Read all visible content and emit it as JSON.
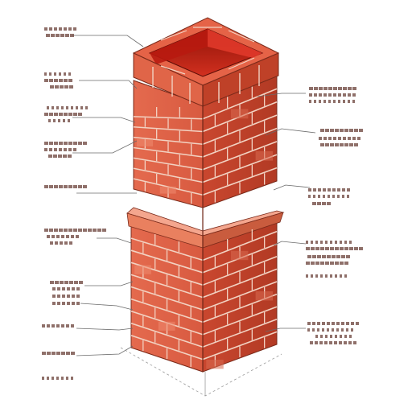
{
  "diagram": {
    "subject": "brick-chimney-stack",
    "colors": {
      "brick": "#d9573f",
      "brick_shadow": "#a9371f",
      "brick_light": "#ee8a70",
      "mortar": "#f2d2c2",
      "interior": "#c02216",
      "interior_dark": "#8e1208",
      "leader_line": "#6b6b6b",
      "label_text": "#6a4038",
      "background": "#ffffff"
    },
    "labels_note": "",
    "left_callouts": [
      {
        "id": "cap-top",
        "text": ""
      },
      {
        "id": "cap-band",
        "text": ""
      },
      {
        "id": "upper-course",
        "text": ""
      },
      {
        "id": "upper-shaft",
        "text": ""
      },
      {
        "id": "mid-shaft",
        "text": ""
      },
      {
        "id": "flashing-ledge",
        "text": ""
      },
      {
        "id": "lower-shaft",
        "text": ""
      },
      {
        "id": "lower-course",
        "text": ""
      },
      {
        "id": "base-course",
        "text": ""
      },
      {
        "id": "footing",
        "text": ""
      }
    ],
    "right_callouts": [
      {
        "id": "crown",
        "text": ""
      },
      {
        "id": "flue-wall",
        "text": ""
      },
      {
        "id": "corbel",
        "text": ""
      },
      {
        "id": "stack-face",
        "text": ""
      },
      {
        "id": "brick-bond",
        "text": ""
      },
      {
        "id": "foundation",
        "text": ""
      }
    ]
  }
}
